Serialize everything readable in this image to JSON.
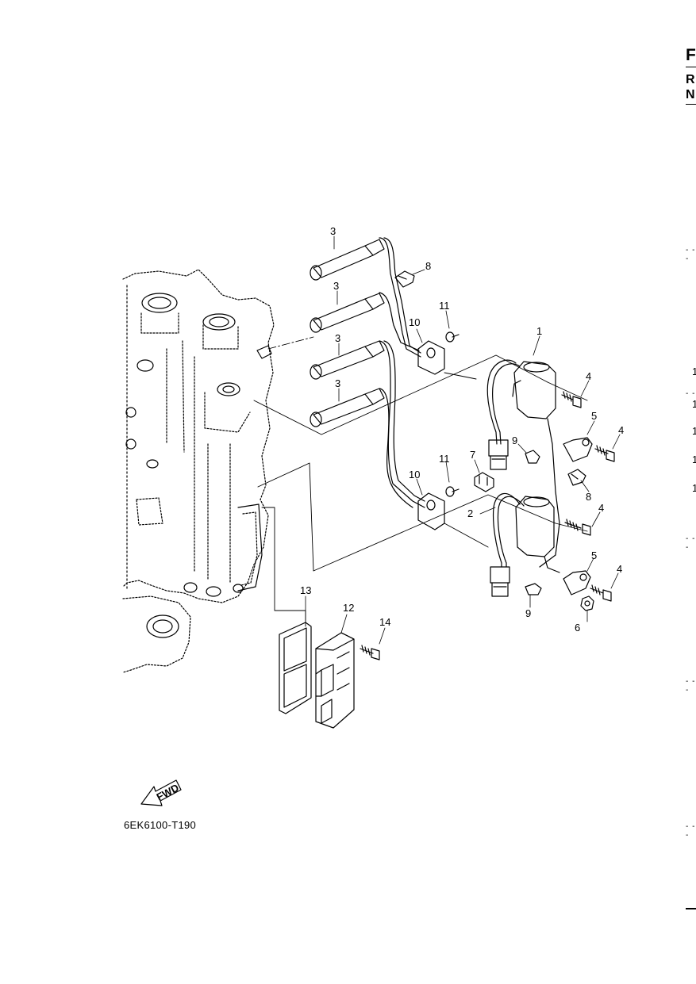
{
  "header": {
    "letter_top": "F",
    "letter_mid": "R",
    "letter_bot": "N"
  },
  "edge_numbers": [
    "1",
    "1",
    "1",
    "1",
    "1"
  ],
  "diagram": {
    "code": "6EK6100-T190",
    "fwd_label": "FWD",
    "callouts": {
      "c1": "1",
      "c2": "2",
      "c3a": "3",
      "c3b": "3",
      "c3c": "3",
      "c3d": "3",
      "c4a": "4",
      "c4b": "4",
      "c4c": "4",
      "c4d": "4",
      "c5a": "5",
      "c5b": "5",
      "c6": "6",
      "c7": "7",
      "c8a": "8",
      "c8b": "8",
      "c9a": "9",
      "c9b": "9",
      "c10a": "10",
      "c10b": "10",
      "c11a": "11",
      "c11b": "11",
      "c12": "12",
      "c13": "13",
      "c14": "14"
    }
  }
}
